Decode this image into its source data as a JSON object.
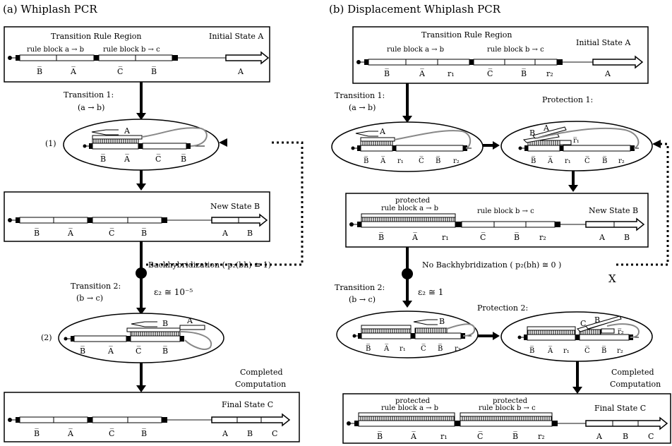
{
  "panel_a": {
    "title": "(a) Whiplash PCR",
    "top": {
      "region": "Transition Rule Region",
      "state": "Initial State A",
      "rule_a": "rule block a → b",
      "rule_b": "rule block b → c",
      "labels": [
        "B̅",
        "A̅",
        "C̅",
        "B̅"
      ],
      "state_seg": "A"
    },
    "transition1": {
      "label": "Transition 1:",
      "sub": "(a → b)"
    },
    "ell1": {
      "num": "(1)",
      "seg": "A",
      "labels": [
        "B̅",
        "A̅",
        "C̅",
        "B̅"
      ]
    },
    "newstate": {
      "state": "New State B",
      "labels": [
        "B̅",
        "A̅",
        "C̅",
        "B̅"
      ],
      "segs": [
        "A",
        "B"
      ]
    },
    "backhyb": "Backhybridization ( p₂(bh) ≅ 1)",
    "transition2": {
      "label": "Transition 2:",
      "sub": "(b → c)",
      "eps": "ε₂ ≅ 10⁻⁵"
    },
    "ell2": {
      "num": "(2)",
      "seg_b": "B",
      "seg_a": "A",
      "labels": [
        "B̅",
        "A̅",
        "C̅",
        "B̅"
      ]
    },
    "completed": [
      "Completed",
      "Computation"
    ],
    "final": {
      "state": "Final State C",
      "labels": [
        "B̅",
        "A̅",
        "C̅",
        "B̅"
      ],
      "segs": [
        "A",
        "B",
        "C"
      ]
    }
  },
  "panel_b": {
    "title": "(b) Displacement Whiplash PCR",
    "top": {
      "region": "Transition Rule Region",
      "state": "Initial State A",
      "rule_a": "rule block a → b",
      "rule_b": "rule block b → c",
      "labels": [
        "B̅",
        "A̅",
        "r₁",
        "C̅",
        "B̅",
        "r₂"
      ],
      "state_seg": "A"
    },
    "transition1": {
      "label": "Transition 1:",
      "sub": "(a → b)"
    },
    "protection1": "Protection 1:",
    "ell1": {
      "seg": "A",
      "labels": [
        "B̅",
        "A̅",
        "r₁",
        "C̅",
        "B̅",
        "r₂"
      ]
    },
    "ellp1": {
      "seg_b": "B",
      "seg_a": "A",
      "r": "r̅₁",
      "labels": [
        "B̅",
        "A̅",
        "r₁",
        "C̅",
        "B̅",
        "r₂"
      ]
    },
    "newstate": {
      "state": "New State B",
      "protected1": "protected",
      "protected2": "rule block a → b",
      "rule_b": "rule block b → c",
      "labels": [
        "B̅",
        "A̅",
        "r₁",
        "C̅",
        "B̅",
        "r₂"
      ],
      "segs": [
        "A",
        "B"
      ]
    },
    "nobackhyb": "No Backhybridization ( p₂(bh) ≅ 0 )",
    "xmark": "X",
    "transition2": {
      "label": "Transition 2:",
      "sub": "(b → c)",
      "eps": "ε₂ ≅ 1"
    },
    "protection2": "Protection 2:",
    "ell2": {
      "seg": "B",
      "labels": [
        "B̅",
        "A̅",
        "r₁",
        "C̅",
        "B̅",
        "r₂"
      ]
    },
    "ellp2": {
      "seg_c": "C",
      "seg_b": "B",
      "r": "r̅₂",
      "labels": [
        "B̅",
        "A̅",
        "r₁",
        "C̅",
        "B̅",
        "r₂"
      ]
    },
    "completed": [
      "Completed",
      "Computation"
    ],
    "final": {
      "state": "Final State C",
      "prot_a1": "protected",
      "prot_a2": "rule block a → b",
      "prot_b1": "protected",
      "prot_b2": "rule block b → c",
      "labels": [
        "B̅",
        "A̅",
        "r₁",
        "C̅",
        "B̅",
        "r₂"
      ],
      "segs": [
        "A",
        "B",
        "C"
      ]
    }
  }
}
